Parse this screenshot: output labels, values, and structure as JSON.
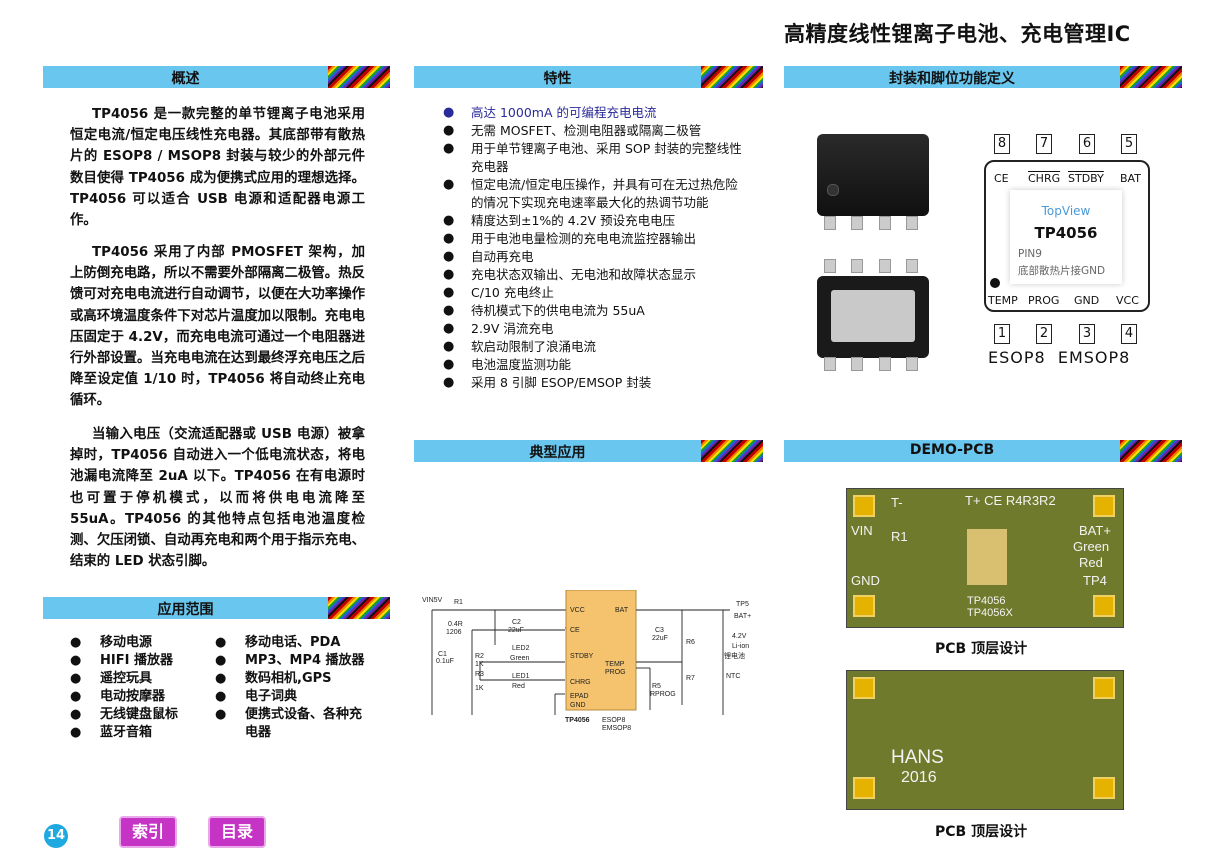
{
  "title": "高精度线性锂离子电池、充电管理IC",
  "sections": {
    "overview": "概述",
    "features": "特性",
    "package": "封装和脚位功能定义",
    "typical": "典型应用",
    "demo": "DEMO-PCB",
    "apps": "应用范围"
  },
  "overview": [
    "TP4056 是一款完整的单节锂离子电池采用恒定电流/恒定电压线性充电器。其底部带有散热片的  ESOP8 / MSOP8 封装与较少的外部元件数目使得 TP4056 成为便携式应用的理想选择。TP4056 可以适合 USB 电源和适配器电源工作。",
    "TP4056 采用了内部 PMOSFET 架构，加上防倒充电路，所以不需要外部隔离二极管。热反馈可对充电电流进行自动调节，以便在大功率操作或高环境温度条件下对芯片温度加以限制。充电电压固定于 4.2V，而充电电流可通过一个电阻器进行外部设置。当充电电流在达到最终浮充电压之后降至设定值 1/10 时，TP4056 将自动终止充电循环。",
    "当输入电压（交流适配器或 USB 电源）被拿掉时，TP4056 自动进入一个低电流状态，将电池漏电流降至 2uA 以下。TP4056 在有电源时也可置于停机模式，以而将供电电流降至 55uA。TP4056 的其他特点包括电池温度检测、欠压闭锁、自动再充电和两个用于指示充电、结束的 LED 状态引脚。"
  ],
  "features": [
    "高达 1000mA 的可编程充电电流",
    "无需 MOSFET、检测电阻器或隔离二极管",
    "用于单节锂离子电池、采用 SOP 封装的完整线性充电器",
    "恒定电流/恒定电压操作，并具有可在无过热危险的情况下实现充电速率最大化的热调节功能",
    "精度达到±1%的 4.2V 预设充电电压",
    "用于电池电量检测的充电电流监控器输出",
    "自动再充电",
    "充电状态双输出、无电池和故障状态显示",
    "C/10 充电终止",
    "待机模式下的供电电流为 55uA",
    "2.9V 涓流充电",
    "软启动限制了浪涌电流",
    "电池温度监测功能",
    "采用 8 引脚 ESOP/EMSOP 封装"
  ],
  "apps_left": [
    "移动电源",
    "HIFI 播放器",
    "遥控玩具",
    "电动按摩器",
    "无线键盘鼠标",
    "蓝牙音箱"
  ],
  "apps_right": [
    "移动电话、PDA",
    "MP3、MP4 播放器",
    "数码相机,GPS",
    "电子词典",
    "便携式设备、各种充电器"
  ],
  "pinout": {
    "top_nums": [
      "8",
      "7",
      "6",
      "5"
    ],
    "top_names": [
      "CE",
      "CHRG",
      "STDBY",
      "BAT"
    ],
    "bottom_nums": [
      "1",
      "2",
      "3",
      "4"
    ],
    "bottom_names": [
      "TEMP",
      "PROG",
      "GND",
      "VCC"
    ],
    "view": "TopView",
    "part": "TP4056",
    "pin9": "PIN9",
    "pin9_desc": "底部散热片接GND",
    "packages": "ESOP8  EMSOP8"
  },
  "pcb": {
    "caption1": "PCB 顶层设计",
    "caption2": "PCB 顶层设计",
    "bottom_text": "HANS",
    "bottom_year": "2016"
  },
  "nav": {
    "page": "14",
    "index": "索引",
    "toc": "目录"
  },
  "colors": {
    "section_bar": "#69c6ee",
    "pcb": "#6f7a2c",
    "button": "#c534c5"
  }
}
